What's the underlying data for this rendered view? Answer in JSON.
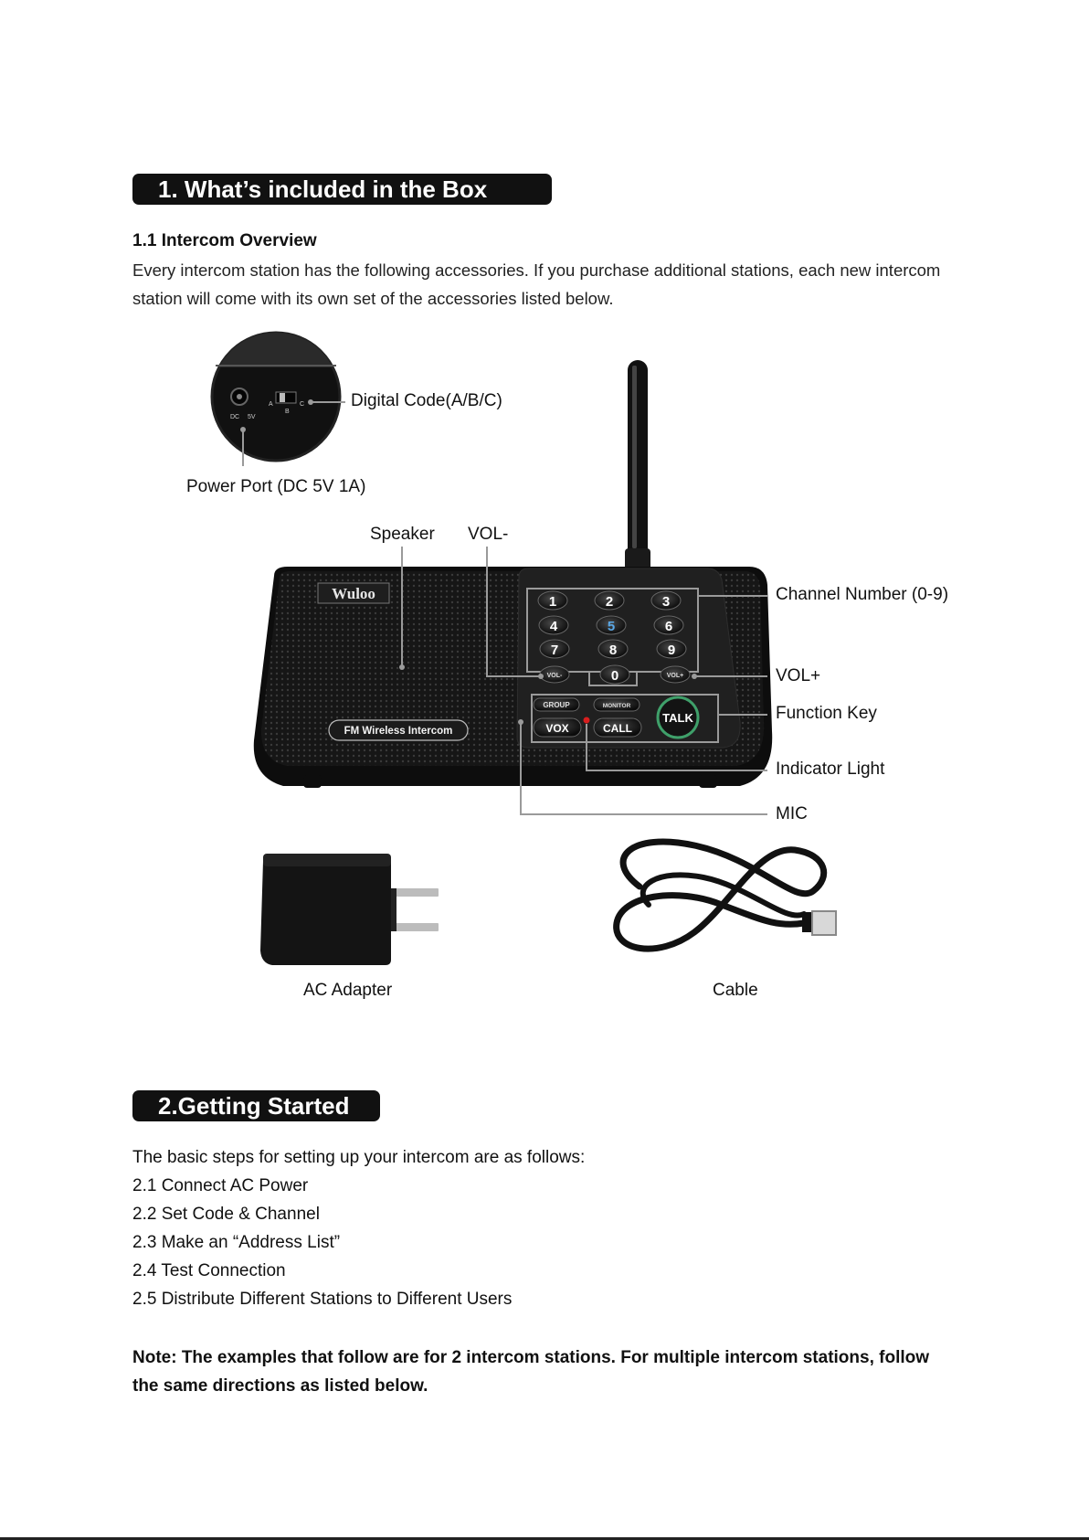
{
  "section1": {
    "title": "1. What’s included in the Box",
    "subtitle": "1.1 Intercom Overview",
    "intro": "Every intercom station has the following accessories. If you purchase additional stations, each new intercom station will come with its own set of the accessories listed below."
  },
  "figure": {
    "brand": "Wuloo",
    "panel_label": "FM Wireless Intercom",
    "port_labels": {
      "dc": "DC",
      "v": "5V",
      "a": "A",
      "b": "B",
      "c": "C"
    },
    "keys": [
      "1",
      "2",
      "3",
      "4",
      "5",
      "6",
      "7",
      "8",
      "9",
      "0"
    ],
    "buttons": {
      "vol_minus": "VOL-",
      "vol_plus": "VOL+",
      "group": "GROUP",
      "monitor": "MONITOR",
      "vox": "VOX",
      "call": "CALL",
      "talk": "TALK"
    },
    "callouts": {
      "digital_code": "Digital Code(A/B/C)",
      "power_port": "Power Port (DC 5V 1A)",
      "speaker": "Speaker",
      "vol_minus": "VOL-",
      "channel_number": "Channel Number (0-9)",
      "vol_plus": "VOL+",
      "function_key": "Function Key",
      "indicator_light": "Indicator Light",
      "mic": "MIC"
    },
    "accessories": {
      "adapter": "AC Adapter",
      "cable": "Cable"
    }
  },
  "section2": {
    "title": "2.Getting Started",
    "lead": "The basic steps for setting up your intercom are as follows:",
    "steps": [
      "2.1 Connect AC Power",
      "2.2 Set Code & Channel",
      "2.3 Make an “Address List”",
      "2.4 Test Connection",
      "2.5 Distribute Different Stations to Different Users"
    ],
    "note": "Note: The examples that follow are for 2 intercom stations. For multiple intercom stations, follow the same directions as listed below."
  }
}
